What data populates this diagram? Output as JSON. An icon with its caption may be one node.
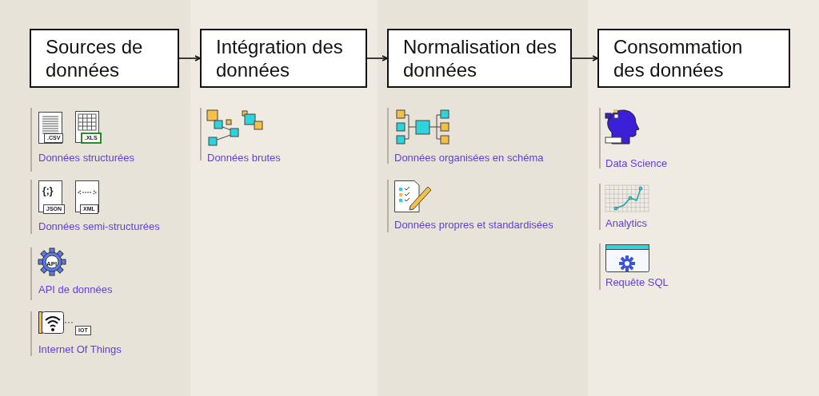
{
  "diagram": {
    "nodes": [
      {
        "text": [
          "Sources de données"
        ]
      },
      {
        "text": [
          "Intégration des données"
        ]
      },
      {
        "text": [
          "Normalisation des données"
        ]
      },
      {
        "text": [
          "Consommation des données"
        ]
      }
    ],
    "edges": [
      {
        "from": 0,
        "to": 1,
        "arrow": "to"
      },
      {
        "from": 1,
        "to": 2,
        "arrow": "to"
      },
      {
        "from": 2,
        "to": 3,
        "arrow": "to"
      }
    ],
    "labels": [
      ".CSV",
      ".XLS",
      "Données structurées",
      "{;}",
      "JSON",
      "XML",
      "Données semi-structurées",
      "API",
      "API de données",
      "IOT",
      "Internet Of Things",
      "Données brutes",
      "Données organisées en schéma",
      "Données propres et standardisées",
      "Data Science",
      "Analytics",
      "Requête SQL"
    ]
  }
}
